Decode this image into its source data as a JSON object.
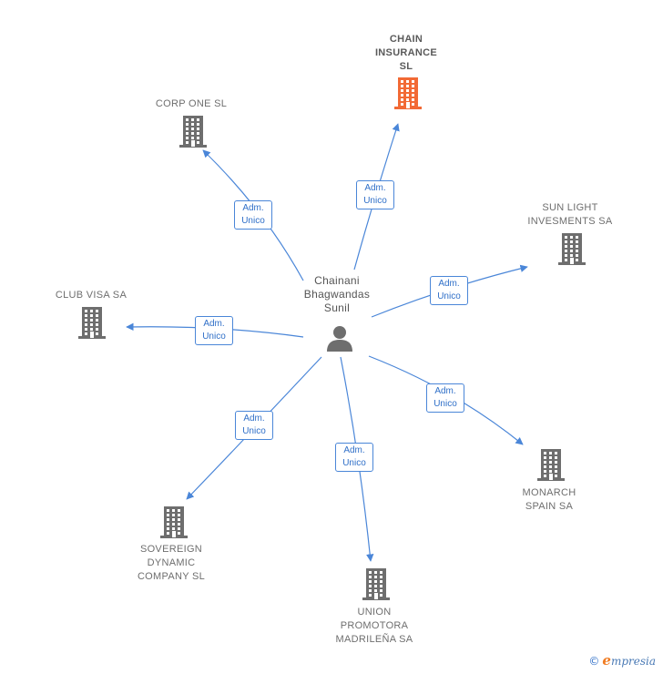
{
  "person": {
    "name": "Chainani\nBhagwandas\nSunil",
    "icon": "person-icon"
  },
  "relation": {
    "line1": "Adm.",
    "line2": "Unico"
  },
  "companies": [
    {
      "id": "chain",
      "name": "CHAIN\nINSURANCE\nSL",
      "highlight": true,
      "icon_color": "#f26a35"
    },
    {
      "id": "corp",
      "name": "CORP ONE SL",
      "highlight": false,
      "icon_color": "#6e6e6e"
    },
    {
      "id": "sunlight",
      "name": "SUN LIGHT\nINVESMENTS SA",
      "highlight": false,
      "icon_color": "#6e6e6e"
    },
    {
      "id": "clubvisa",
      "name": "CLUB VISA SA",
      "highlight": false,
      "icon_color": "#6e6e6e"
    },
    {
      "id": "monarch",
      "name": "MONARCH\nSPAIN SA",
      "highlight": false,
      "icon_color": "#6e6e6e"
    },
    {
      "id": "sovereign",
      "name": "SOVEREIGN\nDYNAMIC\nCOMPANY  SL",
      "highlight": false,
      "icon_color": "#6e6e6e"
    },
    {
      "id": "union",
      "name": "UNION\nPROMOTORA\nMADRILEÑA SA",
      "highlight": false,
      "icon_color": "#6e6e6e"
    }
  ],
  "colors": {
    "edge": "#4a86d8",
    "building": "#6e6e6e",
    "highlight_building": "#f26a35"
  },
  "brand": {
    "copyright": "©",
    "first_letter": "e",
    "rest": "mpresia"
  }
}
